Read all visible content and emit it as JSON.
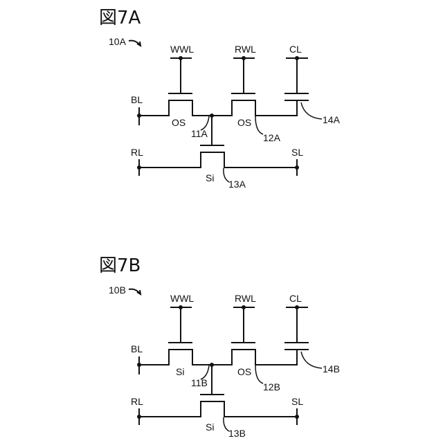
{
  "figures": [
    {
      "title": "図7A",
      "ref": "10A",
      "labels": {
        "wwl": "WWL",
        "rwl": "RWL",
        "cl": "CL",
        "bl": "BL",
        "rl": "RL",
        "sl": "SL",
        "t1_type": "OS",
        "t1_ref": "11A",
        "t2_type": "OS",
        "t2_ref": "12A",
        "t3_type": "Si",
        "t3_ref": "13A",
        "cap_ref": "14A"
      }
    },
    {
      "title": "図7B",
      "ref": "10B",
      "labels": {
        "wwl": "WWL",
        "rwl": "RWL",
        "cl": "CL",
        "bl": "BL",
        "rl": "RL",
        "sl": "SL",
        "t1_type": "Si",
        "t1_ref": "11B",
        "t2_type": "OS",
        "t2_ref": "12B",
        "t3_type": "Si",
        "t3_ref": "13B",
        "cap_ref": "14B"
      }
    }
  ]
}
